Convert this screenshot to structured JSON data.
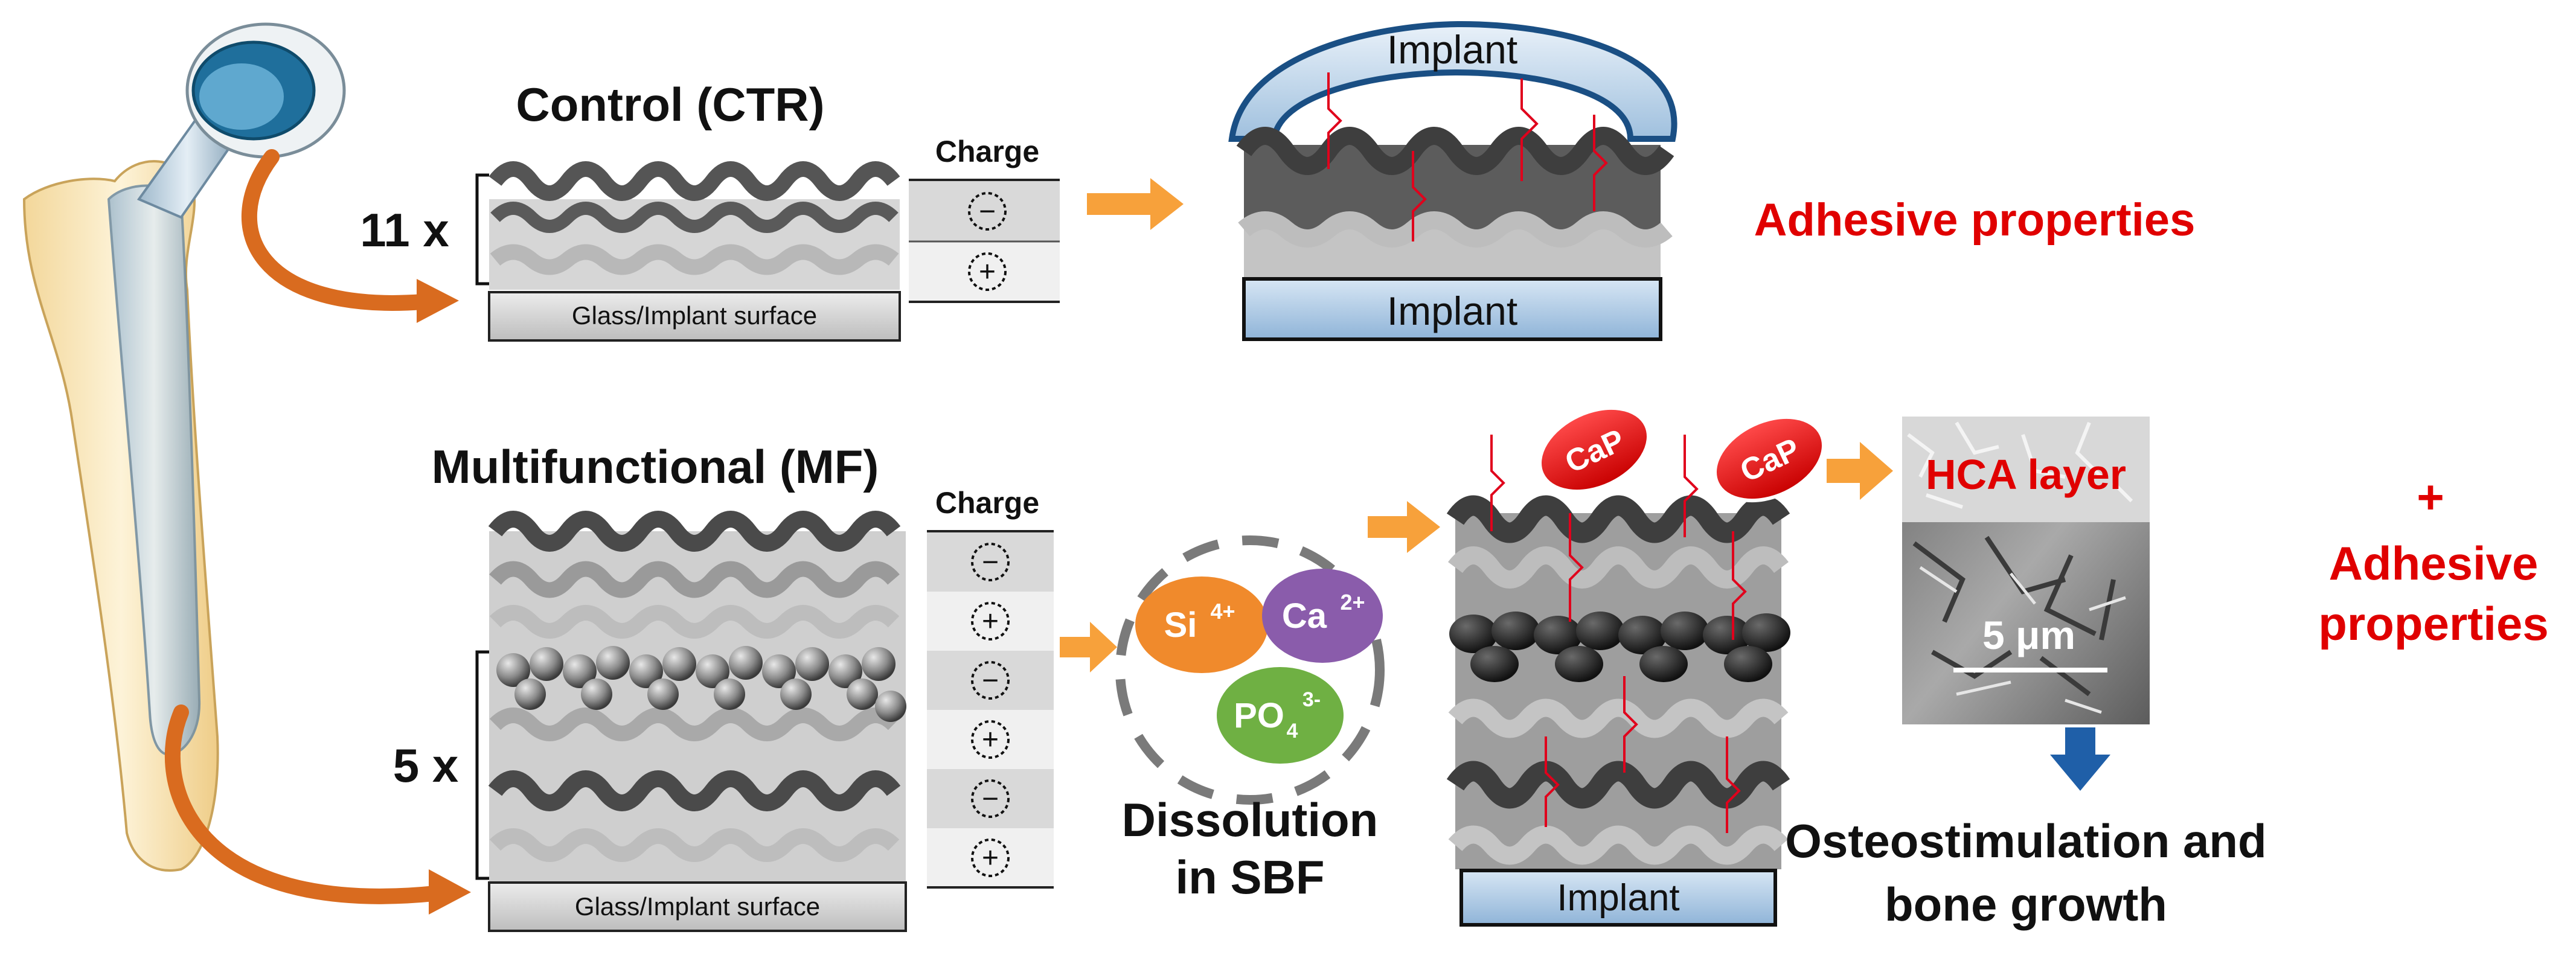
{
  "top": {
    "title": "Control (CTR)",
    "multiplier": "11 x",
    "charge_header": "Charge",
    "charges": [
      "−",
      "+"
    ],
    "substrate": "Glass/Implant surface",
    "implant_top": "Implant",
    "implant_bottom": "Implant",
    "result": "Adhesive properties"
  },
  "bottom": {
    "title": "Multifunctional (MF)",
    "multiplier": "5 x",
    "charge_header": "Charge",
    "charges": [
      "−",
      "+",
      "−",
      "+",
      "−",
      "+"
    ],
    "substrate": "Glass/Implant surface",
    "ions": {
      "si": "Si",
      "si_sup": "4+",
      "ca": "Ca",
      "ca_sup": "2+",
      "po": "PO",
      "po_sub": "4",
      "po_sup": "3-"
    },
    "dissolution_line1": "Dissolution",
    "dissolution_line2": "in SBF",
    "cap_label": "CaP",
    "implant": "Implant",
    "hca_label": "HCA layer",
    "scale_bar": "5 μm",
    "plus": "+",
    "result_line1": "Adhesive",
    "result_line2": "properties",
    "outcome_line1": "Osteostimulation and",
    "outcome_line2": "bone growth"
  },
  "colors": {
    "accent_red": "#e00000",
    "arrow_orange": "#f7a13b",
    "femur_curve": "#d96b1f",
    "implant_blue": "#2f6fa8",
    "ion_si": "#f08a2c",
    "ion_ca": "#8a5cab",
    "ion_po": "#6fb043",
    "down_arrow": "#1f5fa8"
  },
  "icons": [
    "hip-implant-illustration",
    "orange-arrow",
    "down-arrow",
    "sem-image"
  ]
}
